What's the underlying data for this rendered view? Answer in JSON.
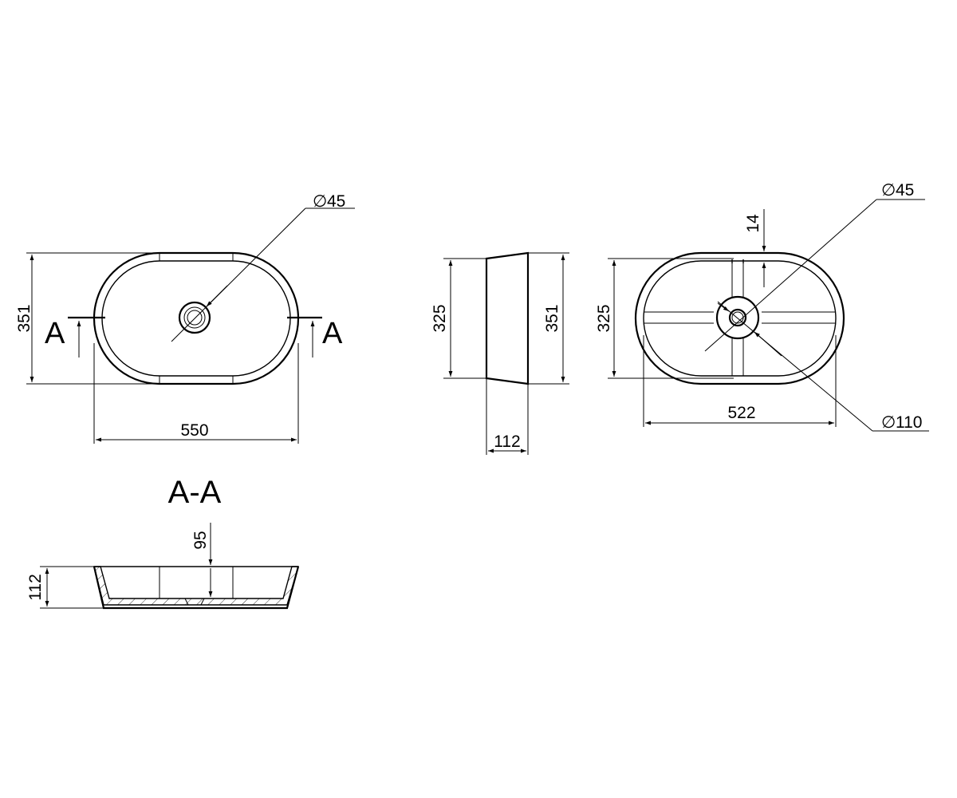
{
  "top_view": {
    "dim_width": "550",
    "dim_height": "351",
    "dim_drain": "45",
    "section_marker": "A"
  },
  "side_view": {
    "dim_inner_height": "325",
    "dim_outer_height": "351",
    "dim_depth": "112"
  },
  "bottom_view": {
    "dim_height": "325",
    "dim_width": "522",
    "dim_drain": "45",
    "dim_rib": "14",
    "dim_center": "110"
  },
  "section_view": {
    "title": "A-A",
    "dim_inner_depth": "95",
    "dim_total_height": "112"
  },
  "symbols": {
    "diameter": "∅"
  }
}
